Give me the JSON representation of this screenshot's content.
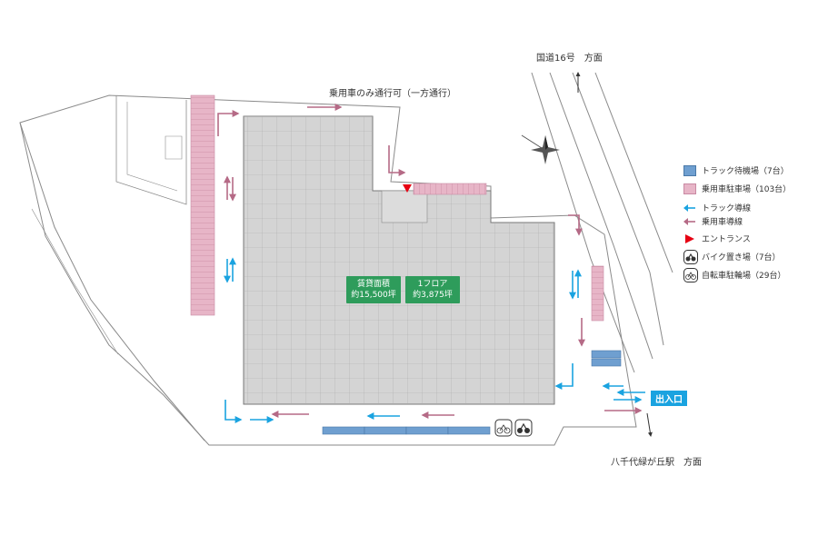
{
  "labels": {
    "one_way": "乗用車のみ通行可（一方通行）",
    "route16": "国道16号　方面",
    "yachiyo": "八千代緑が丘駅　方面",
    "entrance_exit": "出入口"
  },
  "area_tags": {
    "rental_title": "賃貸面積",
    "rental_value": "約15,500坪",
    "floor_title": "1フロア",
    "floor_value": "約3,875坪"
  },
  "legend": {
    "items": [
      {
        "key": "truck-wait",
        "label": "トラック待機場（7台）",
        "color": "#6f9fd0",
        "kind": "swatch"
      },
      {
        "key": "car-park",
        "label": "乗用車駐車場（103台）",
        "color": "#e7b5c7",
        "kind": "swatch"
      },
      {
        "key": "truck-route",
        "label": "トラック導線",
        "color": "#1aa3e0",
        "kind": "arrow"
      },
      {
        "key": "car-route",
        "label": "乗用車導線",
        "color": "#b56a86",
        "kind": "arrow"
      },
      {
        "key": "entrance",
        "label": "エントランス",
        "color": "#e60012",
        "kind": "triangle"
      },
      {
        "key": "bike",
        "label": "バイク置き場（7台）",
        "color": "#333333",
        "kind": "moto"
      },
      {
        "key": "bicycle",
        "label": "自転車駐輪場（29台）",
        "color": "#333333",
        "kind": "bicycle"
      }
    ]
  },
  "colors": {
    "building": "#d4d4d4",
    "outline": "#8a8a8a",
    "truck": "#1aa3e0",
    "car": "#b56a86",
    "car_park": "#e7b5c7",
    "truck_wait": "#6f9fd0",
    "entrance": "#e60012",
    "tag": "#2e9c5b"
  }
}
